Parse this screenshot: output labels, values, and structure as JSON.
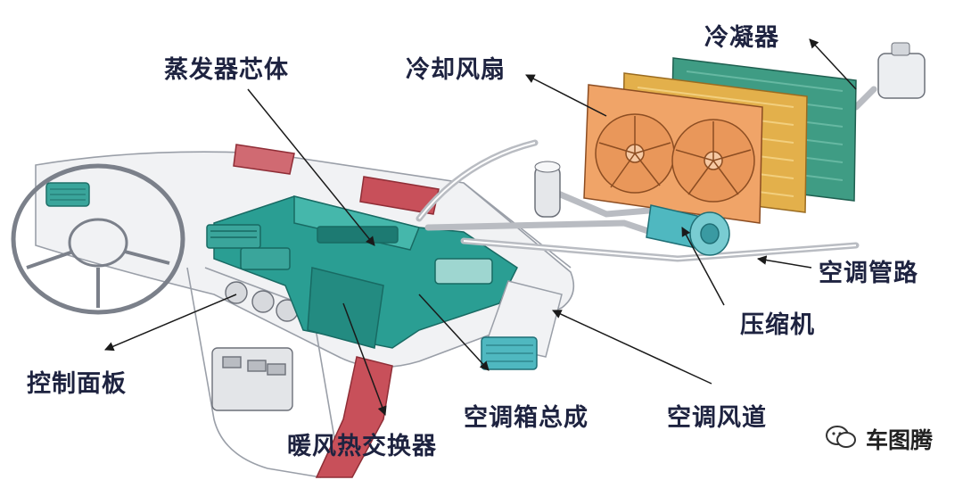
{
  "labels": {
    "evaporator_core": "蒸发器芯体",
    "cooling_fan": "冷却风扇",
    "condenser": "冷凝器",
    "ac_pipeline": "空调管路",
    "compressor": "压缩机",
    "control_panel": "控制面板",
    "heater_core": "暖风热交换器",
    "hvac_box": "空调箱总成",
    "ac_duct": "空调风道"
  },
  "watermark": {
    "text": "车图腾",
    "icon": "wechat-icon"
  },
  "colors": {
    "label_text": "#1e2340",
    "arrow": "#1a1a1a",
    "hvac_teal": "#2a9e93",
    "heater_red": "#c8505a",
    "condenser_green": "#3f9c84",
    "radiator_gold": "#e3b04b",
    "fan_orange": "#e9975a",
    "compressor_teal": "#4fb8c0"
  }
}
